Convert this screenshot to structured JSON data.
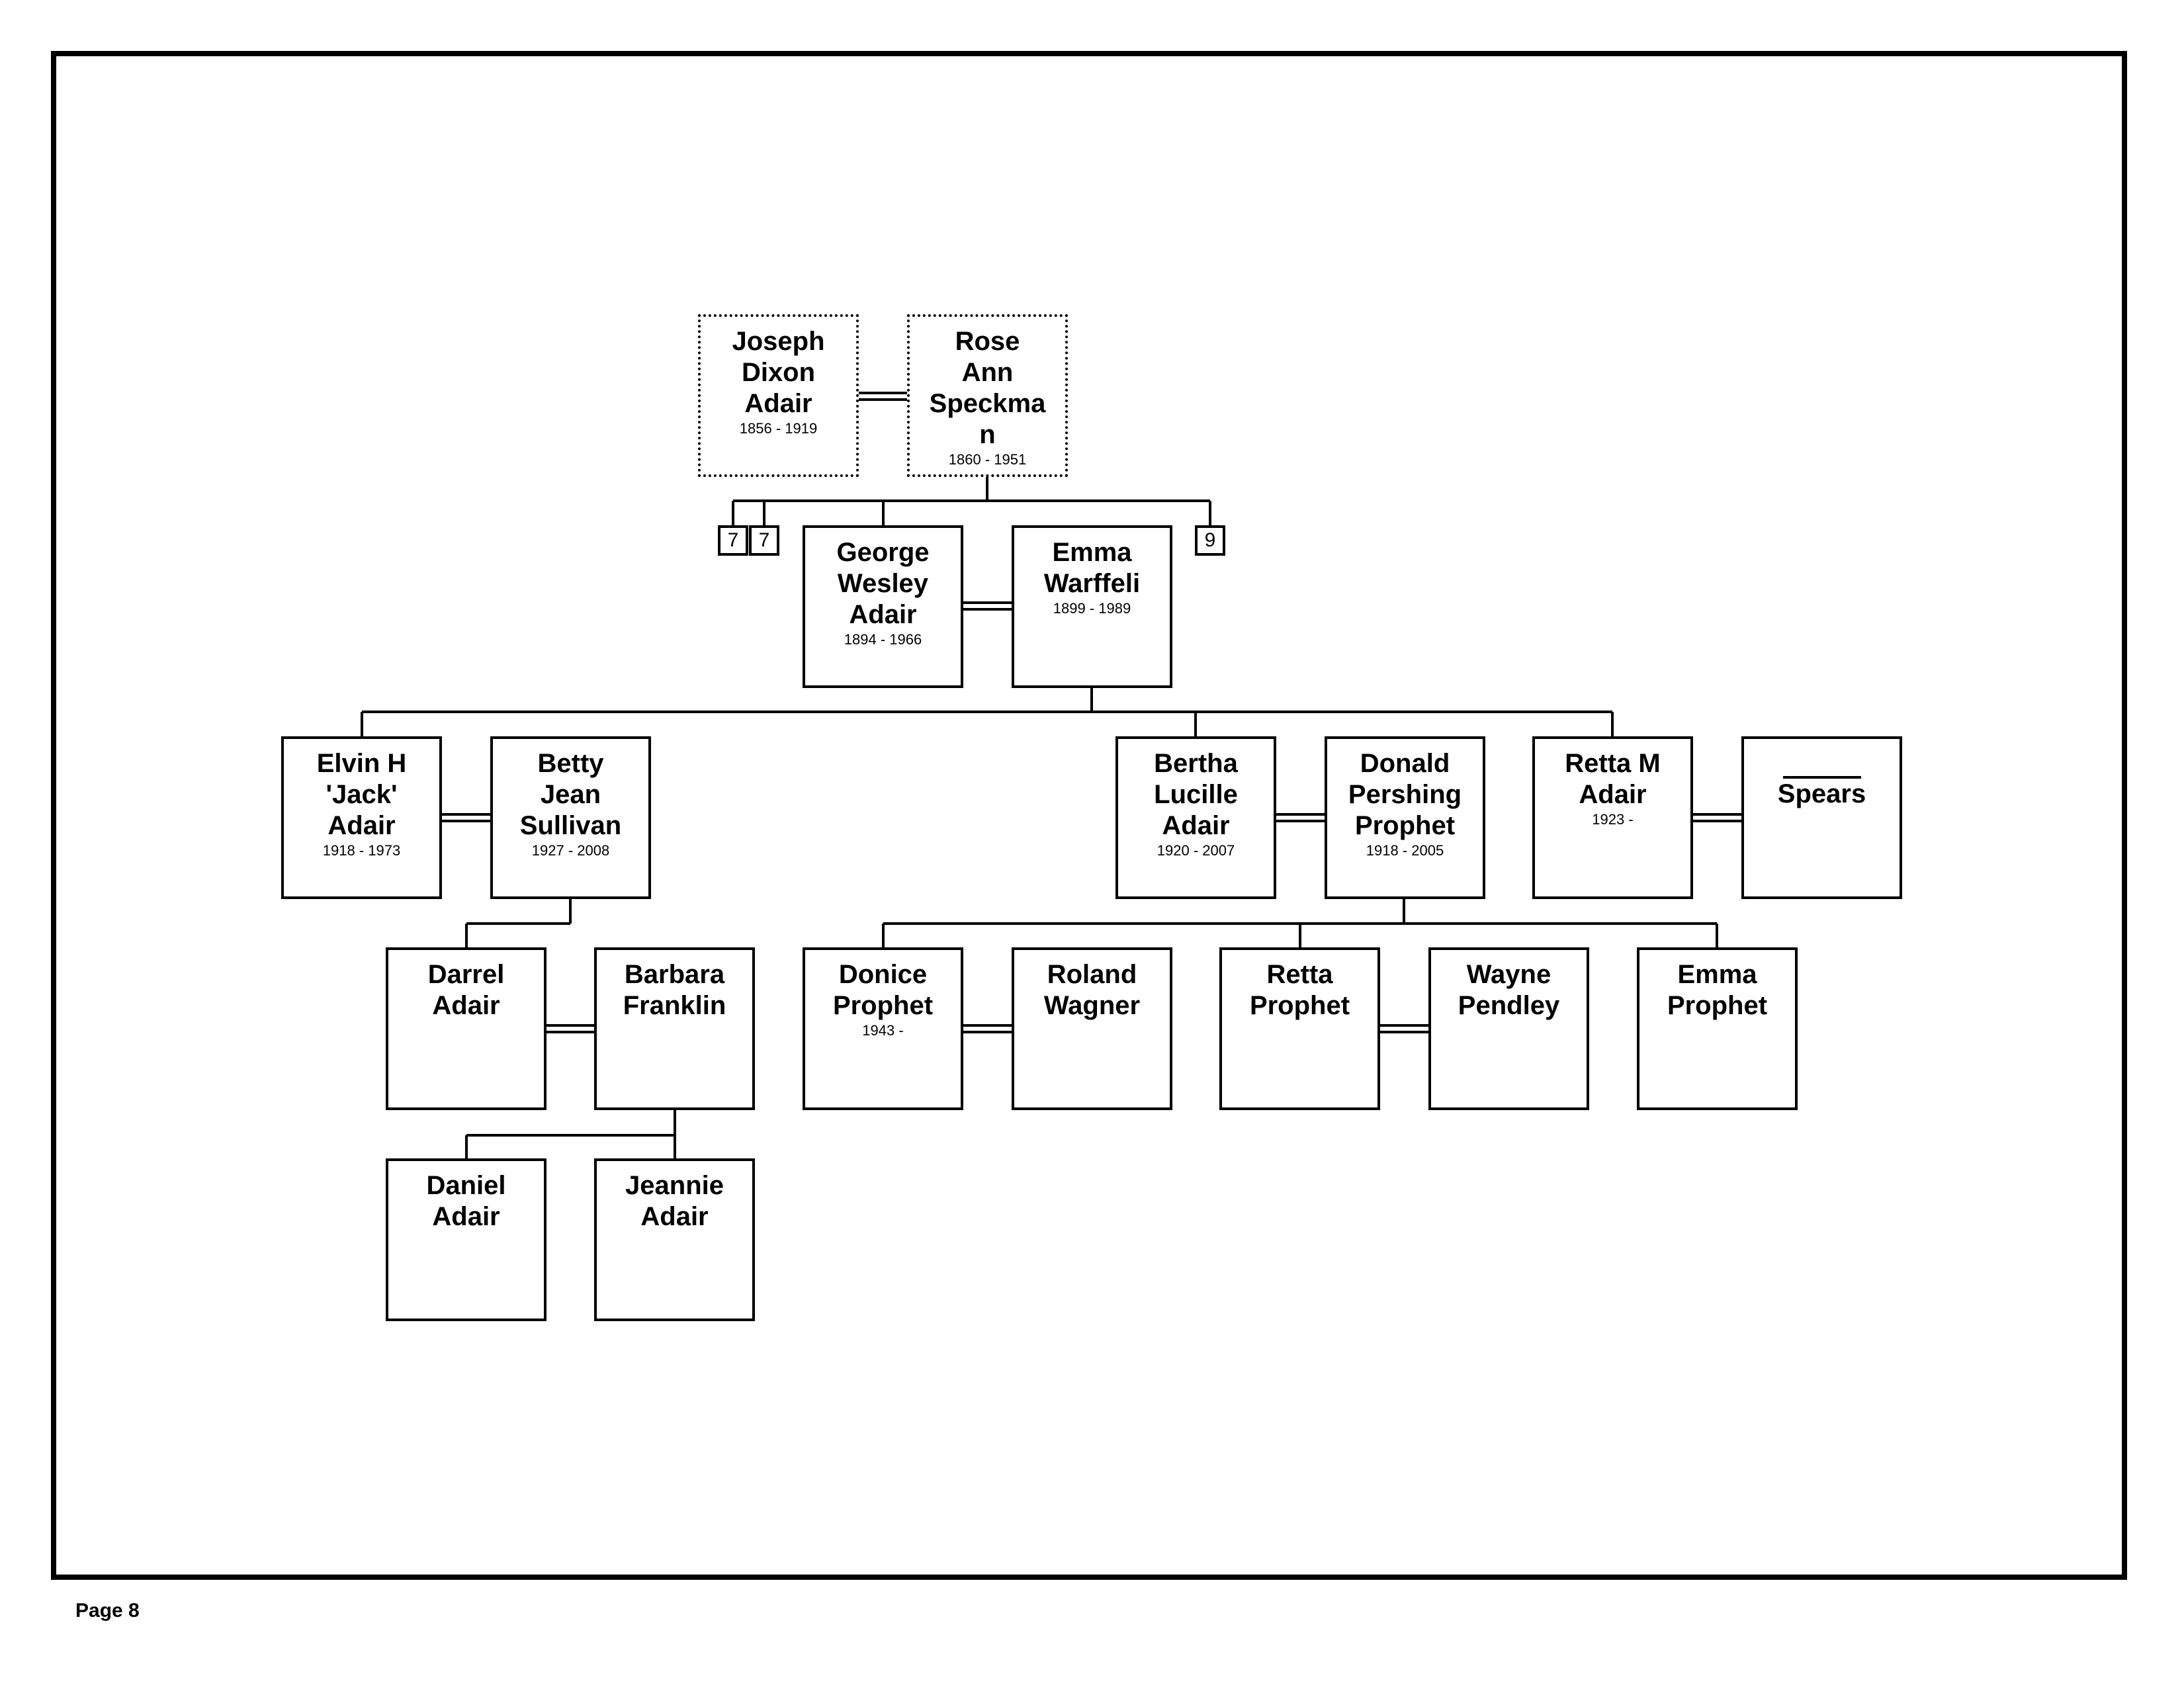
{
  "people": [
    {
      "id": "joseph",
      "name_lines": [
        "Joseph",
        "Dixon",
        "Adair"
      ],
      "dates": "1856 - 1919",
      "border": "dotted"
    },
    {
      "id": "rose",
      "name_lines": [
        "Rose",
        "Ann",
        "Speckma",
        "n"
      ],
      "dates": "1860 - 1951",
      "border": "dotted"
    },
    {
      "id": "george",
      "name_lines": [
        "George",
        "Wesley",
        "Adair"
      ],
      "dates": "1894 - 1966"
    },
    {
      "id": "emma-w",
      "name_lines": [
        "Emma",
        "Warffeli"
      ],
      "dates": "1899 - 1989"
    },
    {
      "id": "elvin",
      "name_lines": [
        "Elvin H",
        "'Jack'",
        "Adair"
      ],
      "dates": "1918 - 1973"
    },
    {
      "id": "betty",
      "name_lines": [
        "Betty",
        "Jean",
        "Sullivan"
      ],
      "dates": "1927 - 2008"
    },
    {
      "id": "bertha",
      "name_lines": [
        "Bertha",
        "Lucille",
        "Adair"
      ],
      "dates": "1920 - 2007"
    },
    {
      "id": "donald",
      "name_lines": [
        "Donald",
        "Pershing",
        "Prophet"
      ],
      "dates": "1918 - 2005"
    },
    {
      "id": "retta-m",
      "name_lines": [
        "Retta M",
        "Adair"
      ],
      "dates": "1923 -"
    },
    {
      "id": "spears",
      "name_lines": [
        "Spears"
      ],
      "dates": "",
      "blank_first_name": true
    },
    {
      "id": "darrel",
      "name_lines": [
        "Darrel",
        "Adair"
      ],
      "dates": ""
    },
    {
      "id": "barbara",
      "name_lines": [
        "Barbara",
        "Franklin"
      ],
      "dates": ""
    },
    {
      "id": "donice",
      "name_lines": [
        "Donice",
        "Prophet"
      ],
      "dates": "1943 -"
    },
    {
      "id": "roland",
      "name_lines": [
        "Roland",
        "Wagner"
      ],
      "dates": ""
    },
    {
      "id": "retta-p",
      "name_lines": [
        "Retta",
        "Prophet"
      ],
      "dates": ""
    },
    {
      "id": "wayne",
      "name_lines": [
        "Wayne",
        "Pendley"
      ],
      "dates": ""
    },
    {
      "id": "emma-p",
      "name_lines": [
        "Emma",
        "Prophet"
      ],
      "dates": ""
    },
    {
      "id": "daniel",
      "name_lines": [
        "Daniel",
        "Adair"
      ],
      "dates": ""
    },
    {
      "id": "jeannie",
      "name_lines": [
        "Jeannie",
        "Adair"
      ],
      "dates": ""
    }
  ],
  "page_refs": [
    "7",
    "7",
    "9"
  ],
  "footer": {
    "page_label": "Page 8"
  }
}
